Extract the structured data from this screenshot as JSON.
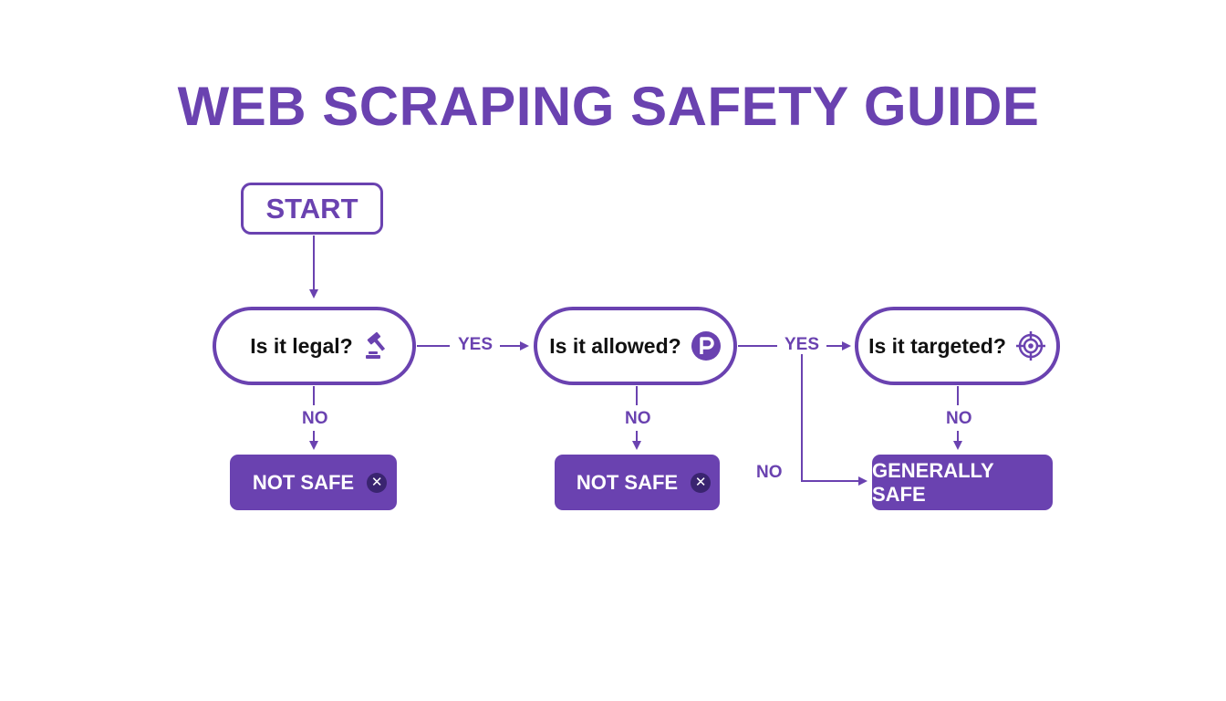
{
  "title": "WEB SCRAPING SAFETY GUIDE",
  "start": "START",
  "decisions": [
    {
      "label": "Is it legal?",
      "icon": "gavel-icon"
    },
    {
      "label": "Is it allowed?",
      "icon": "p-circle-icon"
    },
    {
      "label": "Is it targeted?",
      "icon": "target-icon"
    }
  ],
  "outcomes": [
    {
      "label": "NOT SAFE",
      "icon": "x-circle-icon"
    },
    {
      "label": "NOT SAFE",
      "icon": "x-circle-icon"
    },
    {
      "label": "GENERALLY SAFE"
    }
  ],
  "edge_labels": {
    "yes_1": "YES",
    "yes_2": "YES",
    "no_1": "NO",
    "no_2": "NO",
    "no_3": "NO",
    "no_4": "NO"
  },
  "colors": {
    "accent": "#6a42b0",
    "badge": "#3a2470",
    "text": "#111111",
    "background": "#ffffff"
  }
}
